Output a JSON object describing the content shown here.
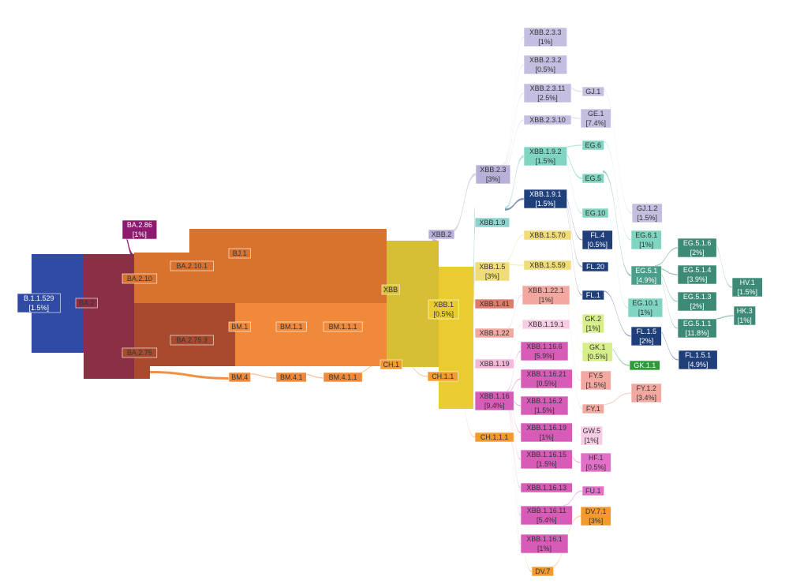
{
  "diagram": {
    "type": "sankey-lineage",
    "nodes": [
      {
        "id": "B.1.1.529",
        "label": "B.1.1.529",
        "pct": "[1.5%]",
        "color": "#2F4BA6"
      },
      {
        "id": "BA.2",
        "label": "BA.2",
        "pct": "",
        "color": "#8B2F45"
      },
      {
        "id": "BA.2.86",
        "label": "BA.2.86",
        "pct": "[1%]",
        "color": "#8E1A6F"
      },
      {
        "id": "BA.2.10",
        "label": "BA.2.10",
        "pct": "",
        "color": "#D9722C"
      },
      {
        "id": "BA.2.10.1",
        "label": "BA.2.10.1",
        "pct": "",
        "color": "#D9722C"
      },
      {
        "id": "BJ.1",
        "label": "BJ.1",
        "pct": "",
        "color": "#D9722C"
      },
      {
        "id": "BA.2.75",
        "label": "BA.2.75",
        "pct": "",
        "color": "#A84A2E"
      },
      {
        "id": "BA.2.75.3",
        "label": "BA.2.75.3",
        "pct": "",
        "color": "#A84A2E"
      },
      {
        "id": "BM.1",
        "label": "BM.1",
        "pct": "",
        "color": "#F08A3A"
      },
      {
        "id": "BM.1.1",
        "label": "BM.1.1",
        "pct": "",
        "color": "#F08A3A"
      },
      {
        "id": "BM.1.1.1",
        "label": "BM.1.1.1",
        "pct": "",
        "color": "#F08A3A"
      },
      {
        "id": "BM.4",
        "label": "BM.4",
        "pct": "",
        "color": "#F08A3A"
      },
      {
        "id": "BM.4.1",
        "label": "BM.4.1",
        "pct": "",
        "color": "#F08A3A"
      },
      {
        "id": "BM.4.1.1",
        "label": "BM.4.1.1",
        "pct": "",
        "color": "#F08A3A"
      },
      {
        "id": "CH.1",
        "label": "CH.1",
        "pct": "",
        "color": "#F29A2E"
      },
      {
        "id": "CH.1.1",
        "label": "CH.1.1",
        "pct": "",
        "color": "#F29A2E"
      },
      {
        "id": "CH.1.1.1",
        "label": "CH.1.1.1",
        "pct": "",
        "color": "#F29A2E"
      },
      {
        "id": "DV.7",
        "label": "DV.7",
        "pct": "",
        "color": "#F29A2E"
      },
      {
        "id": "DV.7.1",
        "label": "DV.7.1",
        "pct": "[3%]",
        "color": "#F29A2E"
      },
      {
        "id": "XBB",
        "label": "XBB",
        "pct": "",
        "color": "#D8BE35"
      },
      {
        "id": "XBB.1",
        "label": "XBB.1",
        "pct": "[0.5%]",
        "color": "#E8CC30"
      },
      {
        "id": "XBB.2",
        "label": "XBB.2",
        "pct": "",
        "color": "#B8B0D8"
      },
      {
        "id": "XBB.2.3",
        "label": "XBB.2.3",
        "pct": "[3%]",
        "color": "#B8B0D8"
      },
      {
        "id": "XBB.2.3.3",
        "label": "XBB.2.3.3",
        "pct": "[1%]",
        "color": "#C4BEE0"
      },
      {
        "id": "XBB.2.3.2",
        "label": "XBB.2.3.2",
        "pct": "[0.5%]",
        "color": "#C4BEE0"
      },
      {
        "id": "XBB.2.3.11",
        "label": "XBB.2.3.11",
        "pct": "[2.5%]",
        "color": "#C4BEE0"
      },
      {
        "id": "XBB.2.3.10",
        "label": "XBB.2.3.10",
        "pct": "",
        "color": "#C4BEE0"
      },
      {
        "id": "GJ.1",
        "label": "GJ.1",
        "pct": "",
        "color": "#C4BEE0"
      },
      {
        "id": "GJ.1.2",
        "label": "GJ.1.2",
        "pct": "[1.5%]",
        "color": "#C4BEE0"
      },
      {
        "id": "GE.1",
        "label": "GE.1",
        "pct": "[7.4%]",
        "color": "#C4BEE0"
      },
      {
        "id": "XBB.1.9",
        "label": "XBB.1.9",
        "pct": "",
        "color": "#8FD3CF"
      },
      {
        "id": "XBB.1.9.2",
        "label": "XBB.1.9.2",
        "pct": "[1.5%]",
        "color": "#7FD4C2"
      },
      {
        "id": "XBB.1.9.1",
        "label": "XBB.1.9.1",
        "pct": "[1.5%]",
        "color": "#1F3F7A"
      },
      {
        "id": "EG.6",
        "label": "EG.6",
        "pct": "",
        "color": "#7FD4C2"
      },
      {
        "id": "EG.5",
        "label": "EG.5",
        "pct": "",
        "color": "#7FD4C2"
      },
      {
        "id": "EG.10",
        "label": "EG.10",
        "pct": "",
        "color": "#7FD4C2"
      },
      {
        "id": "EG.6.1",
        "label": "EG.6.1",
        "pct": "[1%]",
        "color": "#7FD4C2"
      },
      {
        "id": "EG.5.1",
        "label": "EG.5.1",
        "pct": "[4.9%]",
        "color": "#4A9E8A"
      },
      {
        "id": "EG.10.1",
        "label": "EG.10.1",
        "pct": "[1%]",
        "color": "#7FD4C2"
      },
      {
        "id": "EG.5.1.6",
        "label": "EG.5.1.6",
        "pct": "[2%]",
        "color": "#3D8A76"
      },
      {
        "id": "EG.5.1.4",
        "label": "EG.5.1.4",
        "pct": "[3.9%]",
        "color": "#3D8A76"
      },
      {
        "id": "EG.5.1.3",
        "label": "EG.5.1.3",
        "pct": "[2%]",
        "color": "#3D8A76"
      },
      {
        "id": "EG.5.1.1",
        "label": "EG.5.1.1",
        "pct": "[11.8%]",
        "color": "#3D8A76"
      },
      {
        "id": "HV.1",
        "label": "HV.1",
        "pct": "[1.5%]",
        "color": "#3D8A76"
      },
      {
        "id": "HK.3",
        "label": "HK.3",
        "pct": "[1%]",
        "color": "#3D8A76"
      },
      {
        "id": "FL.4",
        "label": "FL.4",
        "pct": "[0.5%]",
        "color": "#1F3F7A"
      },
      {
        "id": "FL.20",
        "label": "FL.20",
        "pct": "",
        "color": "#1F3F7A"
      },
      {
        "id": "FL.1",
        "label": "FL.1",
        "pct": "",
        "color": "#1F3F7A"
      },
      {
        "id": "FL.1.5",
        "label": "FL.1.5",
        "pct": "[2%]",
        "color": "#1F3F7A"
      },
      {
        "id": "FL.1.5.1",
        "label": "FL.1.5.1",
        "pct": "[4.9%]",
        "color": "#1F3F7A"
      },
      {
        "id": "XBB.1.5",
        "label": "XBB.1.5",
        "pct": "[3%]",
        "color": "#F0DC78"
      },
      {
        "id": "XBB.1.5.70",
        "label": "XBB.1.5.70",
        "pct": "",
        "color": "#F0DC78"
      },
      {
        "id": "XBB.1.5.59",
        "label": "XBB.1.5.59",
        "pct": "",
        "color": "#F0DC78"
      },
      {
        "id": "GK.2",
        "label": "GK.2",
        "pct": "[1%]",
        "color": "#D8EE8A"
      },
      {
        "id": "GK.1",
        "label": "GK.1",
        "pct": "[0.5%]",
        "color": "#D8EE8A"
      },
      {
        "id": "GK.1.1",
        "label": "GK.1.1",
        "pct": "",
        "color": "#2E9A3A"
      },
      {
        "id": "XBB.1.41",
        "label": "XBB.1.41",
        "pct": "",
        "color": "#E07A6A"
      },
      {
        "id": "XBB.1.22",
        "label": "XBB.1.22",
        "pct": "",
        "color": "#F2A8A0"
      },
      {
        "id": "XBB.1.22.1",
        "label": "XBB.1.22.1",
        "pct": "[1%]",
        "color": "#F2A8A0"
      },
      {
        "id": "FY.5",
        "label": "FY.5",
        "pct": "[1.5%]",
        "color": "#F2A8A0"
      },
      {
        "id": "FY.1",
        "label": "FY.1",
        "pct": "",
        "color": "#F2A8A0"
      },
      {
        "id": "FY.1.2",
        "label": "FY.1.2",
        "pct": "[3.4%]",
        "color": "#F2A8A0"
      },
      {
        "id": "XBB.1.19",
        "label": "XBB.1.19",
        "pct": "",
        "color": "#F4B8D8"
      },
      {
        "id": "XBB.1.19.1",
        "label": "XBB.1.19.1",
        "pct": "",
        "color": "#F8CCE4"
      },
      {
        "id": "GW.5",
        "label": "GW.5",
        "pct": "[1%]",
        "color": "#F8CCE4"
      },
      {
        "id": "XBB.1.16",
        "label": "XBB.1.16",
        "pct": "[9.4%]",
        "color": "#D65CB8"
      },
      {
        "id": "XBB.1.16.6",
        "label": "XBB.1.16.6",
        "pct": "[5.9%]",
        "color": "#D65CB8"
      },
      {
        "id": "XBB.1.16.21",
        "label": "XBB.1.16.21",
        "pct": "[0.5%]",
        "color": "#D65CB8"
      },
      {
        "id": "XBB.1.16.2",
        "label": "XBB.1.16.2",
        "pct": "[1.5%]",
        "color": "#D65CB8"
      },
      {
        "id": "XBB.1.16.19",
        "label": "XBB.1.16.19",
        "pct": "[1%]",
        "color": "#D65CB8"
      },
      {
        "id": "XBB.1.16.15",
        "label": "XBB.1.16.15",
        "pct": "[1.5%]",
        "color": "#D65CB8"
      },
      {
        "id": "XBB.1.16.13",
        "label": "XBB.1.16.13",
        "pct": "",
        "color": "#D65CB8"
      },
      {
        "id": "XBB.1.16.11",
        "label": "XBB.1.16.11",
        "pct": "[5.4%]",
        "color": "#D65CB8"
      },
      {
        "id": "XBB.1.16.1",
        "label": "XBB.1.16.1",
        "pct": "[1%]",
        "color": "#D65CB8"
      },
      {
        "id": "HF.1",
        "label": "HF.1",
        "pct": "[0.5%]",
        "color": "#E070C8"
      },
      {
        "id": "FU.1",
        "label": "FU.1",
        "pct": "",
        "color": "#E070C8"
      }
    ],
    "links": [
      {
        "source": "B.1.1.529",
        "target": "BA.2",
        "value": 3
      },
      {
        "source": "BA.2",
        "target": "BA.2.86",
        "value": 0.2
      },
      {
        "source": "BA.2",
        "target": "BA.2.10",
        "value": 1.3
      },
      {
        "source": "BA.2",
        "target": "BA.2.75",
        "value": 1.8
      },
      {
        "source": "BA.2.10",
        "target": "BA.2.10.1",
        "value": 1.3
      },
      {
        "source": "BA.2.10.1",
        "target": "BJ.1",
        "value": 1.3
      },
      {
        "source": "BJ.1",
        "target": "XBB",
        "value": 1.3
      },
      {
        "source": "BA.2.75",
        "target": "BA.2.75.3",
        "value": 1.7
      },
      {
        "source": "BA.2.75",
        "target": "BM.4",
        "value": 0.1
      },
      {
        "source": "BA.2.75.3",
        "target": "BM.1",
        "value": 1.3
      },
      {
        "source": "BM.1",
        "target": "BM.1.1",
        "value": 1.3
      },
      {
        "source": "BM.1.1",
        "target": "BM.1.1.1",
        "value": 1.3
      },
      {
        "source": "BM.1.1.1",
        "target": "XBB",
        "value": 1.3
      },
      {
        "source": "BM.4",
        "target": "BM.4.1",
        "value": 0.1
      },
      {
        "source": "BM.4.1",
        "target": "BM.4.1.1",
        "value": 0.1
      },
      {
        "source": "BM.4.1.1",
        "target": "CH.1",
        "value": 0.1
      },
      {
        "source": "CH.1",
        "target": "CH.1.1",
        "value": 0.1
      },
      {
        "source": "CH.1.1",
        "target": "CH.1.1.1",
        "value": 0.1
      },
      {
        "source": "CH.1.1.1",
        "target": "DV.7",
        "value": 0.1
      },
      {
        "source": "DV.7",
        "target": "DV.7.1",
        "value": 0.1
      },
      {
        "source": "XBB",
        "target": "XBB.2",
        "value": 0.3
      },
      {
        "source": "XBB",
        "target": "XBB.1",
        "value": 2.3
      },
      {
        "source": "XBB.2",
        "target": "XBB.2.3",
        "value": 0.3
      },
      {
        "source": "XBB.2.3",
        "target": "XBB.2.3.3",
        "value": 0.05
      },
      {
        "source": "XBB.2.3",
        "target": "XBB.2.3.2",
        "value": 0.05
      },
      {
        "source": "XBB.2.3",
        "target": "XBB.2.3.11",
        "value": 0.05
      },
      {
        "source": "XBB.2.3",
        "target": "XBB.2.3.10",
        "value": 0.05
      },
      {
        "source": "XBB.2.3.11",
        "target": "GJ.1",
        "value": 0.03
      },
      {
        "source": "XBB.2.3.10",
        "target": "GE.1",
        "value": 0.05
      },
      {
        "source": "GJ.1",
        "target": "GJ.1.2",
        "value": 0.03
      },
      {
        "source": "XBB.1",
        "target": "XBB.1.9",
        "value": 0.5
      },
      {
        "source": "XBB.1",
        "target": "XBB.1.5",
        "value": 0.3
      },
      {
        "source": "XBB.1",
        "target": "XBB.1.41",
        "value": 0.05
      },
      {
        "source": "XBB.1",
        "target": "XBB.1.22",
        "value": 0.1
      },
      {
        "source": "XBB.1",
        "target": "XBB.1.19",
        "value": 0.05
      },
      {
        "source": "XBB.1",
        "target": "XBB.1.16",
        "value": 0.4
      },
      {
        "source": "XBB.1.9",
        "target": "XBB.1.9.2",
        "value": 0.3
      },
      {
        "source": "XBB.1.9",
        "target": "XBB.1.9.1",
        "value": 0.2
      },
      {
        "source": "XBB.1.9.2",
        "target": "EG.6",
        "value": 0.05
      },
      {
        "source": "XBB.1.9.2",
        "target": "EG.5",
        "value": 0.2
      },
      {
        "source": "XBB.1.9.2",
        "target": "EG.10",
        "value": 0.05
      },
      {
        "source": "EG.6",
        "target": "EG.6.1",
        "value": 0.05
      },
      {
        "source": "EG.5",
        "target": "EG.5.1",
        "value": 0.2
      },
      {
        "source": "EG.10",
        "target": "EG.10.1",
        "value": 0.05
      },
      {
        "source": "EG.5.1",
        "target": "EG.5.1.6",
        "value": 0.05
      },
      {
        "source": "EG.5.1",
        "target": "EG.5.1.4",
        "value": 0.05
      },
      {
        "source": "EG.5.1",
        "target": "EG.5.1.3",
        "value": 0.05
      },
      {
        "source": "EG.5.1",
        "target": "EG.5.1.1",
        "value": 0.05
      },
      {
        "source": "EG.5.1.6",
        "target": "HV.1",
        "value": 0.03
      },
      {
        "source": "EG.5.1.1",
        "target": "HK.3",
        "value": 0.03
      },
      {
        "source": "XBB.1.9.1",
        "target": "FL.4",
        "value": 0.03
      },
      {
        "source": "XBB.1.9.1",
        "target": "FL.20",
        "value": 0.02
      },
      {
        "source": "XBB.1.9.1",
        "target": "FL.1",
        "value": 0.1
      },
      {
        "source": "FL.1",
        "target": "FL.1.5",
        "value": 0.1
      },
      {
        "source": "FL.1.5",
        "target": "FL.1.5.1",
        "value": 0.1
      },
      {
        "source": "XBB.1.5",
        "target": "XBB.1.5.70",
        "value": 0.05
      },
      {
        "source": "XBB.1.5",
        "target": "XBB.1.5.59",
        "value": 0.03
      },
      {
        "source": "XBB.1.5.70",
        "target": "GK.2",
        "value": 0.02
      },
      {
        "source": "XBB.1.5.70",
        "target": "GK.1",
        "value": 0.03
      },
      {
        "source": "GK.1",
        "target": "GK.1.1",
        "value": 0.03
      },
      {
        "source": "XBB.1.22",
        "target": "XBB.1.22.1",
        "value": 0.1
      },
      {
        "source": "XBB.1.22.1",
        "target": "FY.5",
        "value": 0.04
      },
      {
        "source": "XBB.1.22.1",
        "target": "FY.1",
        "value": 0.04
      },
      {
        "source": "FY.1",
        "target": "FY.1.2",
        "value": 0.04
      },
      {
        "source": "XBB.1.19",
        "target": "XBB.1.19.1",
        "value": 0.05
      },
      {
        "source": "XBB.1.19.1",
        "target": "GW.5",
        "value": 0.03
      },
      {
        "source": "XBB.1.16",
        "target": "XBB.1.16.6",
        "value": 0.05
      },
      {
        "source": "XBB.1.16",
        "target": "XBB.1.16.21",
        "value": 0.03
      },
      {
        "source": "XBB.1.16",
        "target": "XBB.1.16.2",
        "value": 0.03
      },
      {
        "source": "XBB.1.16",
        "target": "XBB.1.16.19",
        "value": 0.03
      },
      {
        "source": "XBB.1.16",
        "target": "XBB.1.16.15",
        "value": 0.03
      },
      {
        "source": "XBB.1.16",
        "target": "XBB.1.16.13",
        "value": 0.03
      },
      {
        "source": "XBB.1.16",
        "target": "XBB.1.16.11",
        "value": 0.05
      },
      {
        "source": "XBB.1.16",
        "target": "XBB.1.16.1",
        "value": 0.03
      },
      {
        "source": "XBB.1.16.15",
        "target": "HF.1",
        "value": 0.03
      },
      {
        "source": "XBB.1.16.11",
        "target": "FU.1",
        "value": 0.03
      }
    ]
  }
}
